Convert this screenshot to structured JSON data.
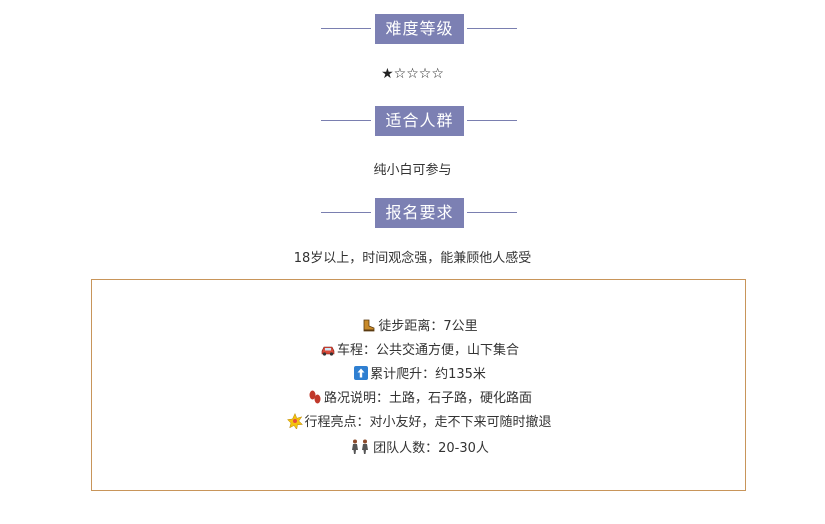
{
  "sections": {
    "difficulty": {
      "title": "难度等级",
      "stars": "★☆☆☆☆",
      "rating": 1,
      "max_rating": 5
    },
    "audience": {
      "title": "适合人群",
      "text": "纯小白可参与"
    },
    "requirements": {
      "title": "报名要求",
      "text": "18岁以上，时间观念强，能兼顾他人感受"
    }
  },
  "info": {
    "distance": {
      "icon": "hiking-boot-icon",
      "text": "徒步距离：7公里"
    },
    "transport": {
      "icon": "car-icon",
      "text": "车程：公共交通方便，山下集合"
    },
    "elevation": {
      "icon": "up-arrow-icon",
      "text": "累计爬升：约135米"
    },
    "road": {
      "icon": "footprints-icon",
      "text": "路况说明：土路，石子路，硬化路面"
    },
    "highlight": {
      "icon": "sparkle-icon",
      "text": "行程亮点：对小友好，走不下来可随时撤退"
    },
    "team": {
      "icon": "people-walking-icon",
      "text": "团队人数：20-30人"
    }
  },
  "colors": {
    "title_bg": "#7c80b3",
    "title_line": "#7a7fb0",
    "box_border": "#c8955a"
  }
}
